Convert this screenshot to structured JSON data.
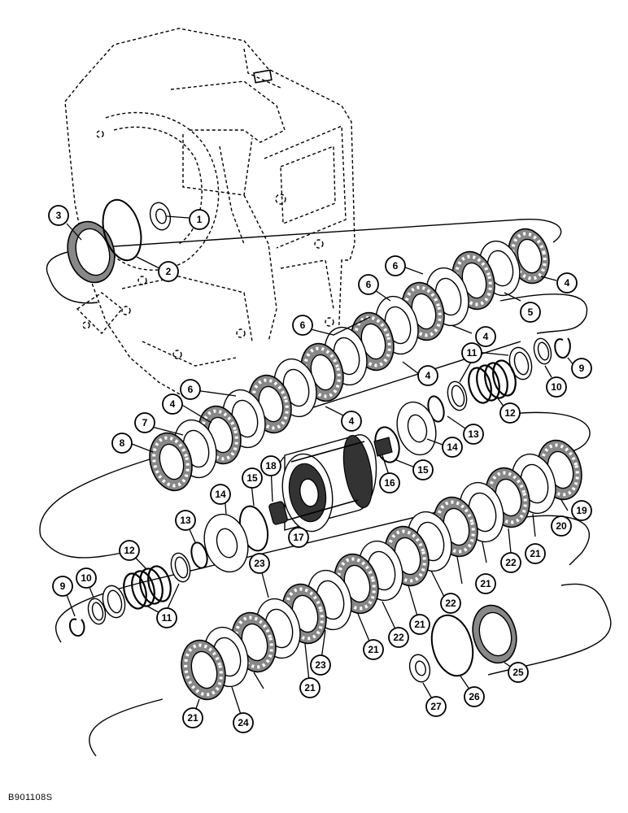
{
  "figure_code": "B901108S",
  "callouts": [
    {
      "label": "1"
    },
    {
      "label": "2"
    },
    {
      "label": "3"
    },
    {
      "label": "4"
    },
    {
      "label": "5"
    },
    {
      "label": "6"
    },
    {
      "label": "6"
    },
    {
      "label": "4"
    },
    {
      "label": "4"
    },
    {
      "label": "6"
    },
    {
      "label": "4"
    },
    {
      "label": "6"
    },
    {
      "label": "4"
    },
    {
      "label": "6"
    },
    {
      "label": "4"
    },
    {
      "label": "7"
    },
    {
      "label": "8"
    },
    {
      "label": "9"
    },
    {
      "label": "10"
    },
    {
      "label": "11"
    },
    {
      "label": "12"
    },
    {
      "label": "13"
    },
    {
      "label": "14"
    },
    {
      "label": "15"
    },
    {
      "label": "16"
    },
    {
      "label": "15"
    },
    {
      "label": "18"
    },
    {
      "label": "14"
    },
    {
      "label": "17"
    },
    {
      "label": "13"
    },
    {
      "label": "12"
    },
    {
      "label": "10"
    },
    {
      "label": "9"
    },
    {
      "label": "11"
    },
    {
      "label": "19"
    },
    {
      "label": "20"
    },
    {
      "label": "21"
    },
    {
      "label": "22"
    },
    {
      "label": "21"
    },
    {
      "label": "22"
    },
    {
      "label": "21"
    },
    {
      "label": "22"
    },
    {
      "label": "21"
    },
    {
      "label": "23"
    },
    {
      "label": "23"
    },
    {
      "label": "21"
    },
    {
      "label": "21"
    },
    {
      "label": "24"
    },
    {
      "label": "21"
    },
    {
      "label": "25"
    },
    {
      "label": "26"
    },
    {
      "label": "27"
    }
  ]
}
